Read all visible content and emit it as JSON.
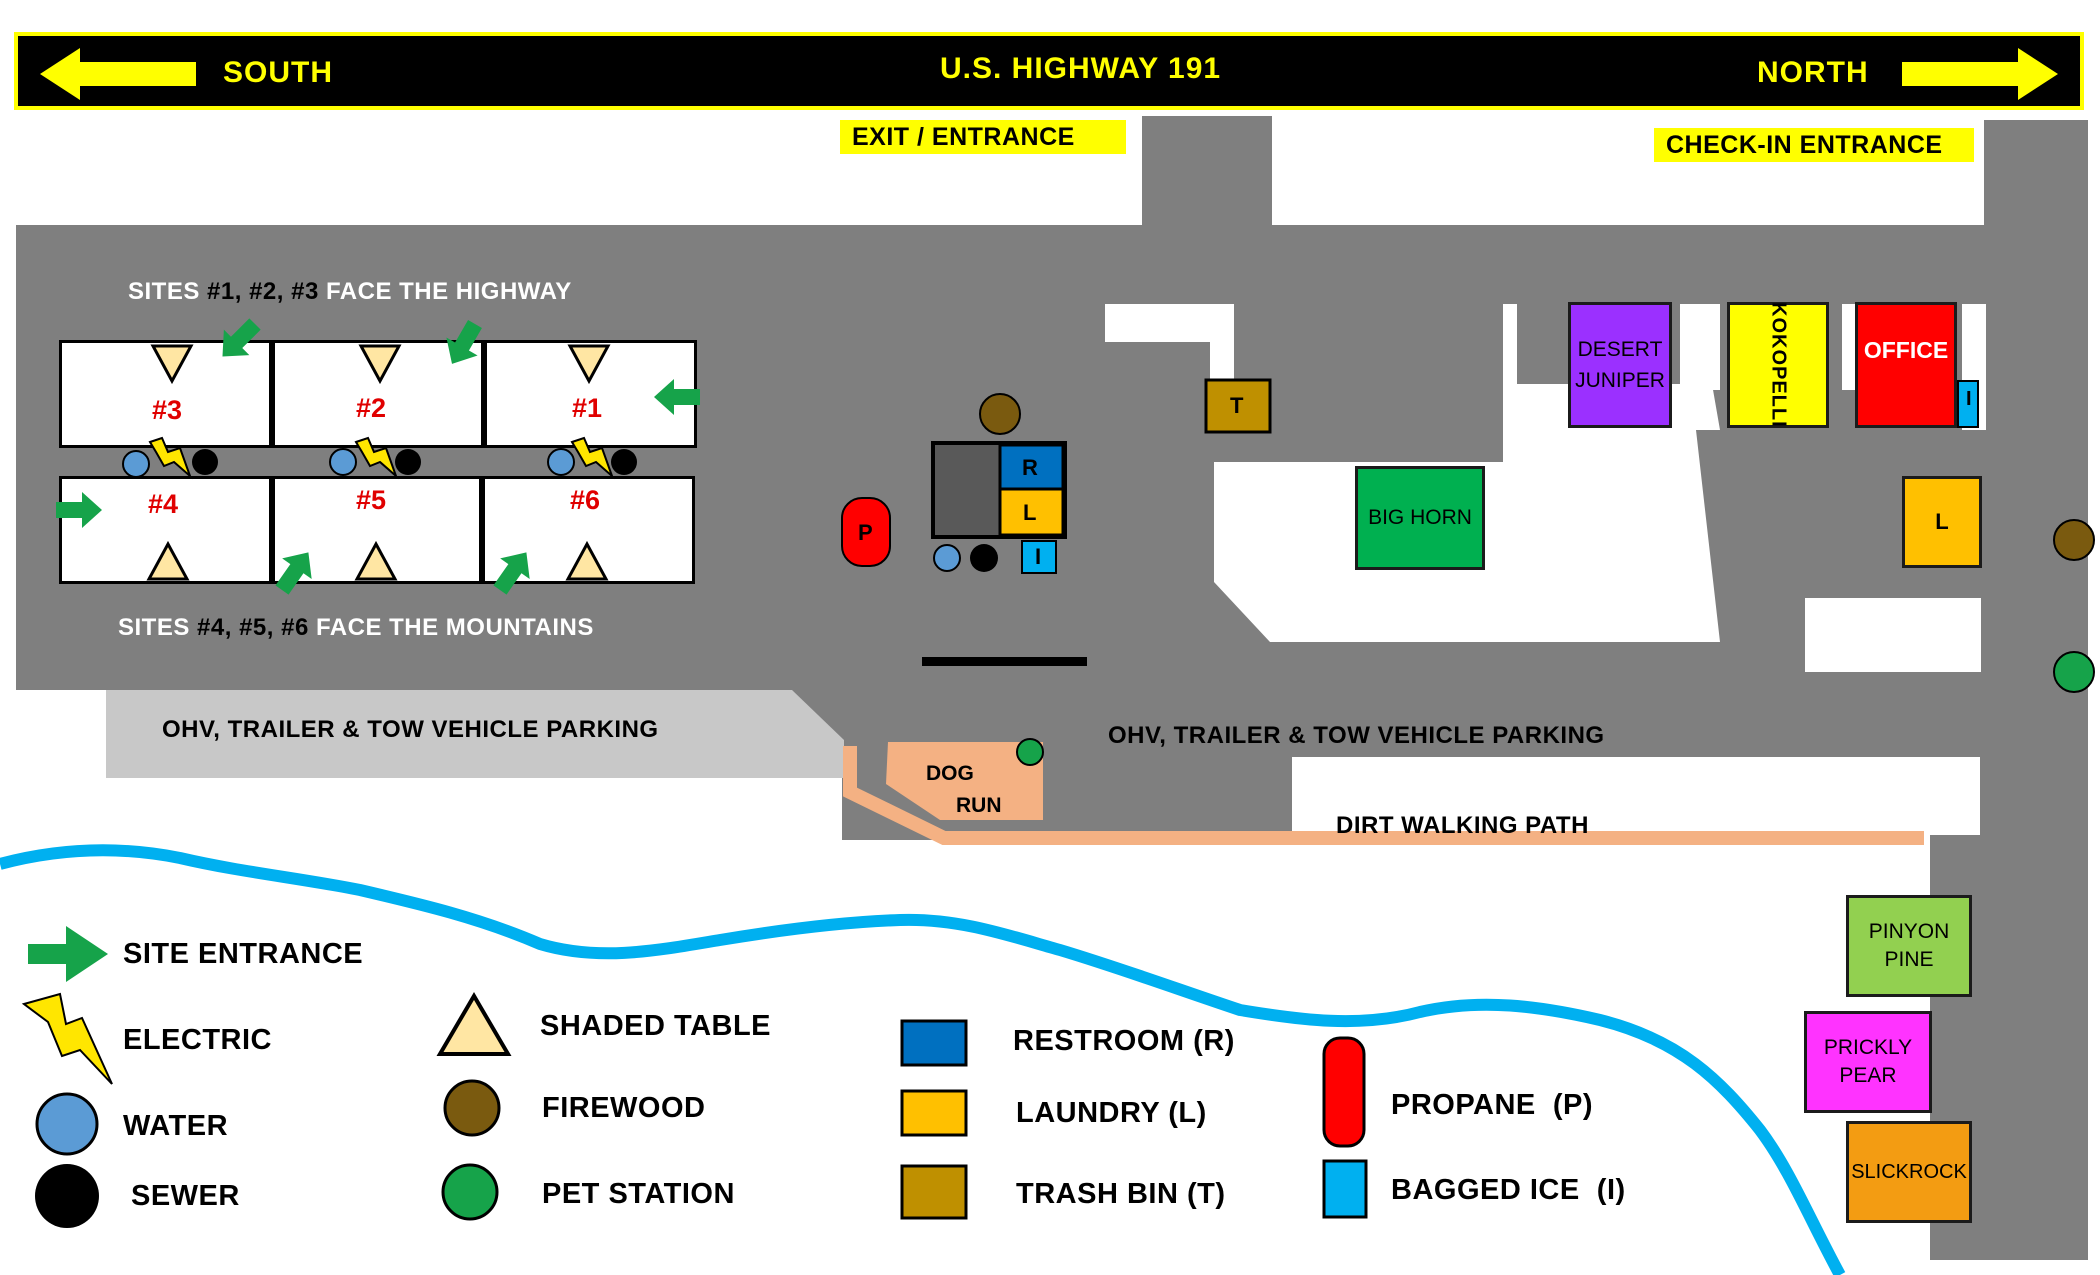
{
  "highway": {
    "south": "SOUTH",
    "title": "U.S. HIGHWAY 191",
    "north": "NORTH"
  },
  "entrances": {
    "exit": "EXIT / ENTRANCE",
    "checkin": "CHECK-IN ENTRANCE"
  },
  "sites": {
    "top_caption": {
      "a": "SITES ",
      "b": "#1, #2, #3",
      "c": " FACE THE HIGHWAY"
    },
    "bottom_caption": {
      "a": "SITES ",
      "b": "#4, #5, #6",
      "c": " FACE THE MOUNTAINS"
    },
    "s1": "#1",
    "s2": "#2",
    "s3": "#3",
    "s4": "#4",
    "s5": "#5",
    "s6": "#6"
  },
  "parking": {
    "left": "OHV, TRAILER & TOW VEHICLE PARKING",
    "right": "OHV, TRAILER & TOW VEHICLE PARKING"
  },
  "dog_run": {
    "line1": "DOG",
    "line2": "RUN"
  },
  "path": "DIRT WALKING PATH",
  "buildings": {
    "desert_juniper": {
      "line1": "DESERT",
      "line2": "JUNIPER"
    },
    "kokopelli": "KOKOPELLI",
    "office": "OFFICE",
    "big_horn": "BIG HORN",
    "pinyon_pine": {
      "line1": "PINYON",
      "line2": "PINE"
    },
    "prickly_pear": {
      "line1": "PRICKLY",
      "line2": "PEAR"
    },
    "slickrock": "SLICKROCK"
  },
  "amenity_letters": {
    "restroom": "R",
    "laundry": "L",
    "ice": "I",
    "trash": "T",
    "propane": "P"
  },
  "legend": {
    "site_entrance": "SITE ENTRANCE",
    "electric": "ELECTRIC",
    "water": "WATER",
    "sewer": "SEWER",
    "shaded_table": "SHADED TABLE",
    "firewood": "FIREWOOD",
    "pet_station": "PET STATION",
    "restroom": "RESTROOM (R)",
    "laundry": "LAUNDRY (L)",
    "trash_bin": "TRASH BIN (T)",
    "propane": "PROPANE  (P)",
    "bagged_ice": "BAGGED ICE  (I)"
  },
  "colors": {
    "road": "#7f7f7f",
    "highway_bar": "#000000",
    "highway_text": "#ffff00",
    "site_entrance_arrow": "#16a34a",
    "electric": "#ffe600",
    "water": "#5b9bd5",
    "sewer": "#000000",
    "shaded_table": "#ffe6a3",
    "firewood": "#7a5a0f",
    "pet_station": "#16a34a",
    "restroom": "#0070c0",
    "laundry": "#ffc000",
    "trash_bin": "#bf9000",
    "propane": "#ff0000",
    "bagged_ice": "#00b0f0",
    "river": "#00b0f0",
    "path": "#f4b183",
    "desert_juniper": "#9b30ff",
    "kokopelli": "#ffff00",
    "office": "#ff0000",
    "big_horn": "#00b050",
    "pinyon_pine": "#92d050",
    "prickly_pear": "#ff33ff",
    "slickrock": "#f39c12"
  }
}
